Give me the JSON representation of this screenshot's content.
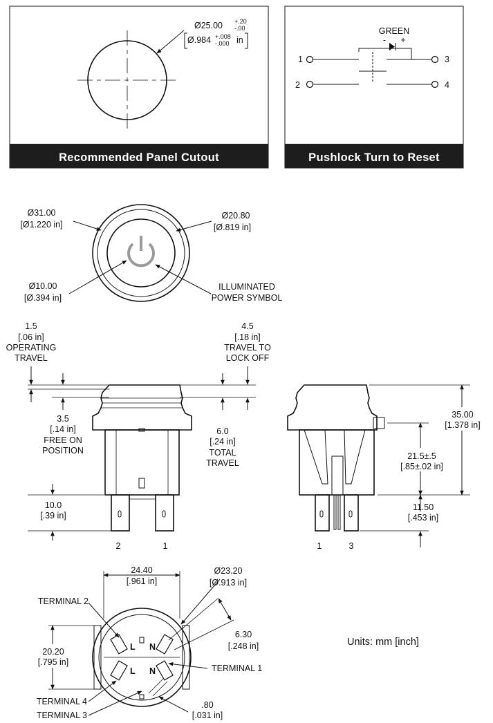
{
  "panel_cutout": {
    "banner": "Recommended Panel Cutout",
    "dia_mm": "Ø25.00",
    "tol_mm_plus": "+.20",
    "tol_mm_minus": "-.00",
    "dia_in": "Ø.984",
    "tol_in_plus": "+.008",
    "tol_in_minus": "-.000",
    "unit_in": "in"
  },
  "schematic": {
    "banner": "Pushlock Turn to Reset",
    "led_label": "GREEN",
    "minus": "-",
    "plus": "+",
    "terminals": [
      "1",
      "2",
      "3",
      "4"
    ]
  },
  "front_view": {
    "outer_dia_mm": "Ø31.00",
    "outer_dia_in": "[Ø1.220 in]",
    "inner_dia_mm": "Ø20.80",
    "inner_dia_in": "[Ø.819 in]",
    "symbol_dia_mm": "Ø10.00",
    "symbol_dia_in": "[Ø.394 in]",
    "symbol_label_1": "ILLUMINATED",
    "symbol_label_2": "POWER SYMBOL"
  },
  "side_view": {
    "op_travel": [
      "1.5",
      "[.06 in]",
      "OPERATING",
      "TRAVEL"
    ],
    "lock_travel": [
      "4.5",
      "[.18 in]",
      "TRAVEL TO",
      "LOCK OFF"
    ],
    "free_pos": [
      "3.5",
      "[.14 in]",
      "FREE ON",
      "POSITION"
    ],
    "total_travel": [
      "6.0",
      "[.24 in]",
      "TOTAL",
      "TRAVEL"
    ],
    "terminal_len": [
      "10.0",
      "[.39 in]"
    ],
    "terminal_nums": [
      "2",
      "1"
    ]
  },
  "side_view_2": {
    "height": [
      "35.00",
      "[1.378 in]"
    ],
    "body": [
      "21.5±.5",
      "[.85±.02 in]"
    ],
    "term": [
      "11.50",
      "[.453 in]"
    ],
    "terminal_nums": [
      "1",
      "3"
    ]
  },
  "bottom_view": {
    "width": [
      "24.40",
      "[.961 in]"
    ],
    "dia": [
      "Ø23.20",
      "[Ø.913 in]"
    ],
    "spacing": [
      "6.30",
      "[.248 in]"
    ],
    "height": [
      "20.20",
      "[.795 in]"
    ],
    "thk": [
      ".80",
      "[.031 in]"
    ],
    "term_labels": [
      "TERMINAL 2",
      "TERMINAL 1",
      "TERMINAL 4",
      "TERMINAL 3"
    ]
  },
  "units_note": "Units: mm [inch]"
}
